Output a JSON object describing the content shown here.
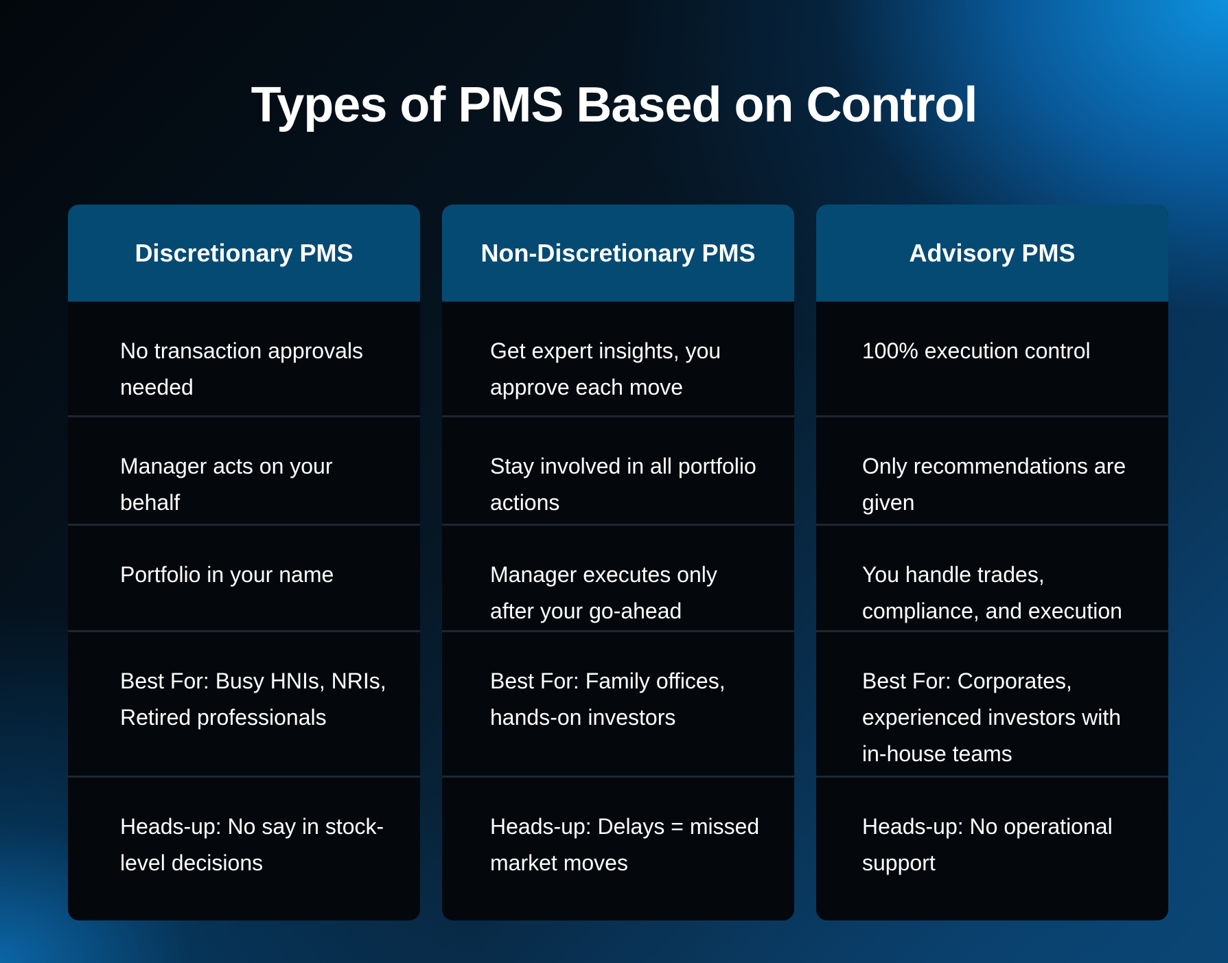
{
  "title": "Types of PMS Based on Control",
  "columns": [
    {
      "header": "Discretionary PMS",
      "rows": [
        "No transaction approvals needed",
        "Manager acts on your behalf",
        "Portfolio in your name",
        "Best For: Busy HNIs, NRIs, Retired professionals",
        "Heads-up: No say in stock-level decisions"
      ]
    },
    {
      "header": "Non-Discretionary PMS",
      "rows": [
        "Get expert insights, you approve each move",
        "Stay involved in all portfolio actions",
        "Manager executes only after your go-ahead",
        "Best For: Family offices, hands-on investors",
        "Heads-up: Delays = missed market moves"
      ]
    },
    {
      "header": "Advisory PMS",
      "rows": [
        "100% execution control",
        "Only recommendations are given",
        "You handle trades, compliance, and execution",
        "Best For: Corporates, experienced investors with in-house teams",
        "Heads-up: No operational support"
      ]
    }
  ],
  "colors": {
    "header_bg": "#054a73",
    "cell_bg": "#04080d",
    "divider": "#1c2733",
    "accent_blue": "#0e96e6"
  }
}
